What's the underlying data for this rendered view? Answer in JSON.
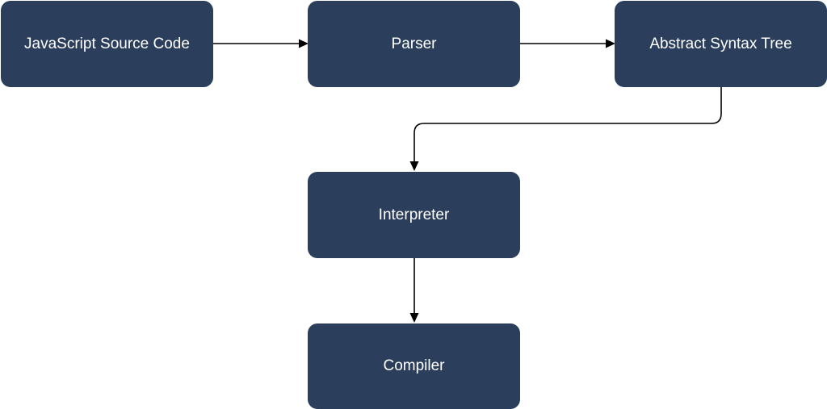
{
  "colors": {
    "node_fill": "#2b3e5c",
    "node_text": "#ffffff",
    "edge": "#000000",
    "background": "#ffffff"
  },
  "nodes": {
    "source": "JavaScript Source Code",
    "parser": "Parser",
    "ast": "Abstract Syntax Tree",
    "interpreter": "Interpreter",
    "compiler": "Compiler"
  },
  "edges": [
    {
      "from": "source",
      "to": "parser"
    },
    {
      "from": "parser",
      "to": "ast"
    },
    {
      "from": "ast",
      "to": "interpreter"
    },
    {
      "from": "interpreter",
      "to": "compiler"
    }
  ]
}
